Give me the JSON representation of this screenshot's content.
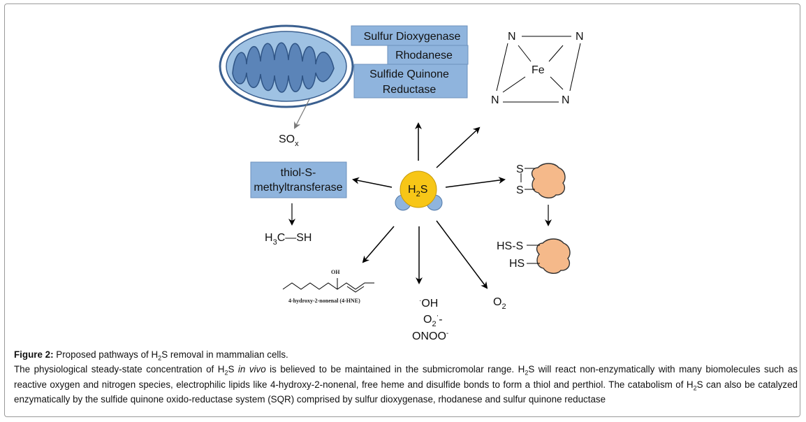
{
  "diagram": {
    "enzymes": {
      "sulfur_dioxygenase": "Sulfur Dioxygenase",
      "rhodanese": "Rhodanese",
      "sqr_line1": "Sulfide Quinone",
      "sqr_line2": "Reductase"
    },
    "sox": {
      "base": "SO",
      "sub": "x"
    },
    "heme": {
      "n": "N",
      "fe": "Fe"
    },
    "methyltransferase": {
      "line1": "thiol-S-",
      "line2": "methyltransferase"
    },
    "methanethiol": {
      "h": "H",
      "sub": "3",
      "rest": "C—SH"
    },
    "center": {
      "base": "H",
      "sub": "2",
      "rest": "S"
    },
    "disulfide": {
      "s": "S"
    },
    "perthiol": {
      "hss": "HS-S",
      "hs": "HS"
    },
    "hne": {
      "oh": "OH",
      "label": "4-hydroxy-2-nonenal (4-HNE)"
    },
    "ros": {
      "oh": "OH",
      "o2_base": "O",
      "o2_sub": "2",
      "o2_sup": "-",
      "onoo": "ONOO"
    },
    "oxygen": {
      "base": "O",
      "sub": "2"
    }
  },
  "caption": {
    "label": "Figure 2:",
    "title_a": " Proposed pathways of H",
    "title_sub": "2",
    "title_b": "S removal in mammalian cells.",
    "p2_a": "The physiological steady-state concentration of H",
    "p2_sub1": "2",
    "p2_b": "S ",
    "p2_italic": "in vivo",
    "p2_c": " is believed to be maintained in the submicromolar range. H",
    "p2_sub2": "2",
    "p2_d": "S will react non-enzymatically with many biomolecules such as reactive oxygen and nitrogen species, electrophilic lipids like 4-hydroxy-2-nonenal, free heme and disulfide bonds to form a thiol and perthiol. The catabolism of H",
    "p2_sub3": "2",
    "p2_e": "S can also be catalyzed enzymatically by the sulfide quinone oxido-reductase system (SQR) comprised by sulfur dioxygenase, rhodanese and sulfur quinone reductase"
  }
}
